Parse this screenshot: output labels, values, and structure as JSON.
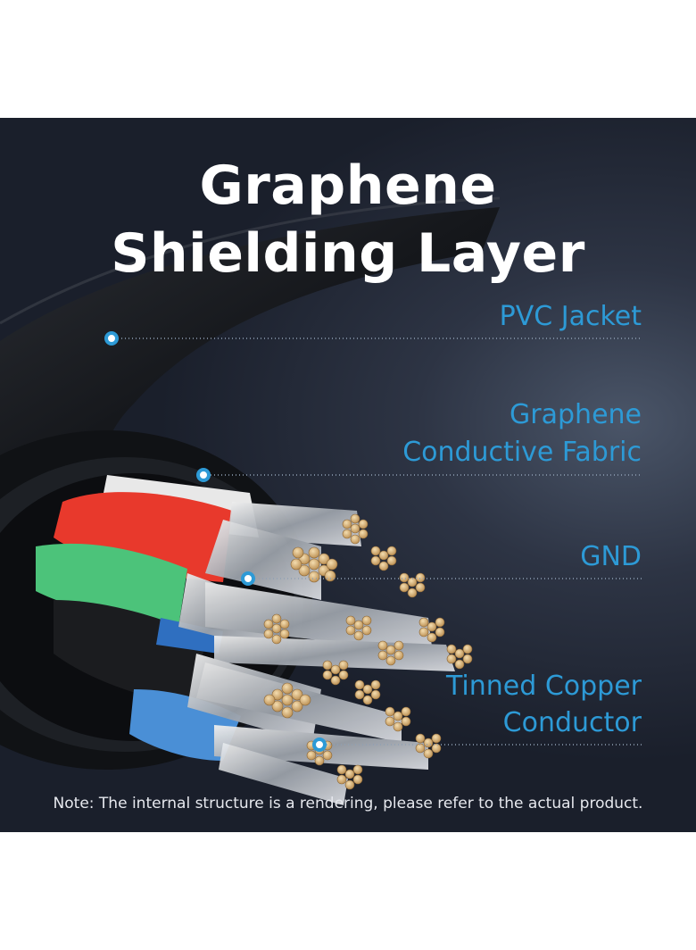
{
  "title": {
    "line1": "Graphene",
    "line2": "Shielding Layer"
  },
  "callouts": {
    "pvc_jacket": "PVC Jacket",
    "graphene_line1": "Graphene",
    "graphene_line2": "Conductive Fabric",
    "gnd": "GND",
    "tinned_line1": "Tinned Copper",
    "tinned_line2": "Conductor"
  },
  "note": "Note: The internal structure is a rendering, please refer to the actual product.",
  "colors": {
    "accent": "#2d9ad6",
    "background": "#1a1f2b",
    "wire_red": "#e8392c",
    "wire_green": "#4cc37a",
    "wire_blue": "#4a8fd6",
    "wire_white": "#e6e6e6",
    "copper": "#e3bf88"
  }
}
